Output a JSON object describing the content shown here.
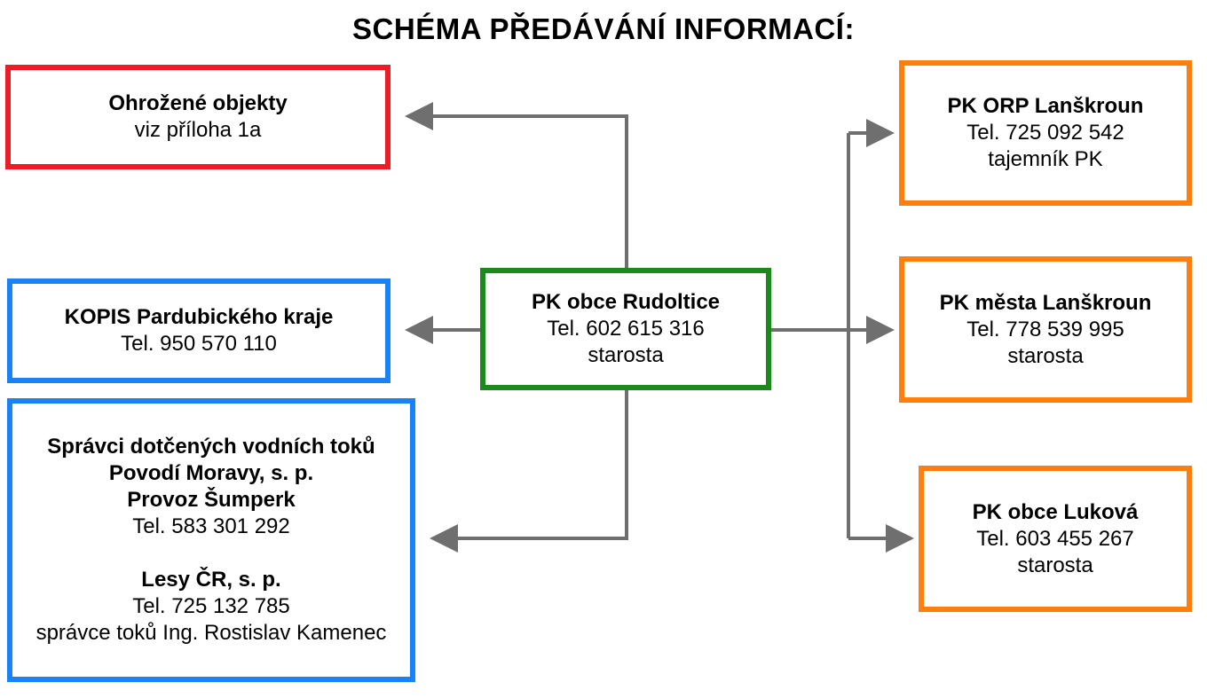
{
  "title": "SCHÉMA PŘEDÁVÁNÍ INFORMACÍ:",
  "colors": {
    "red": "#ee1c25",
    "blue": "#1a82f7",
    "green": "#1b8a1b",
    "orange": "#ff7f0e",
    "connector": "#6f6f6f"
  },
  "nodes": {
    "ohrozene": {
      "name": "Ohrožené objekty",
      "line1": "viz příloha 1a"
    },
    "kopis": {
      "name": "KOPIS Pardubického kraje",
      "line1": "Tel. 950 570 110"
    },
    "spravci": {
      "name1": "Správci dotčených vodních toků",
      "name2": "Povodí Moravy, s. p.",
      "name3": "Provoz Šumperk",
      "tel1": "Tel.  583 301 292",
      "name4": "Lesy ČR, s. p.",
      "tel2": "Tel. 725 132 785",
      "role2": "správce toků Ing. Rostislav Kamenec"
    },
    "center": {
      "name": "PK obce Rudoltice",
      "tel": "Tel. 602 615 316",
      "role": "starosta"
    },
    "orp": {
      "name": "PK ORP Lanškroun",
      "tel": "Tel. 725 092 542",
      "role": "tajemník PK"
    },
    "mesto": {
      "name": "PK města Lanškroun",
      "tel": "Tel. 778 539 995",
      "role": "starosta"
    },
    "lukova": {
      "name": "PK obce Luková",
      "tel": "Tel. 603 455 267",
      "role": "starosta"
    }
  }
}
